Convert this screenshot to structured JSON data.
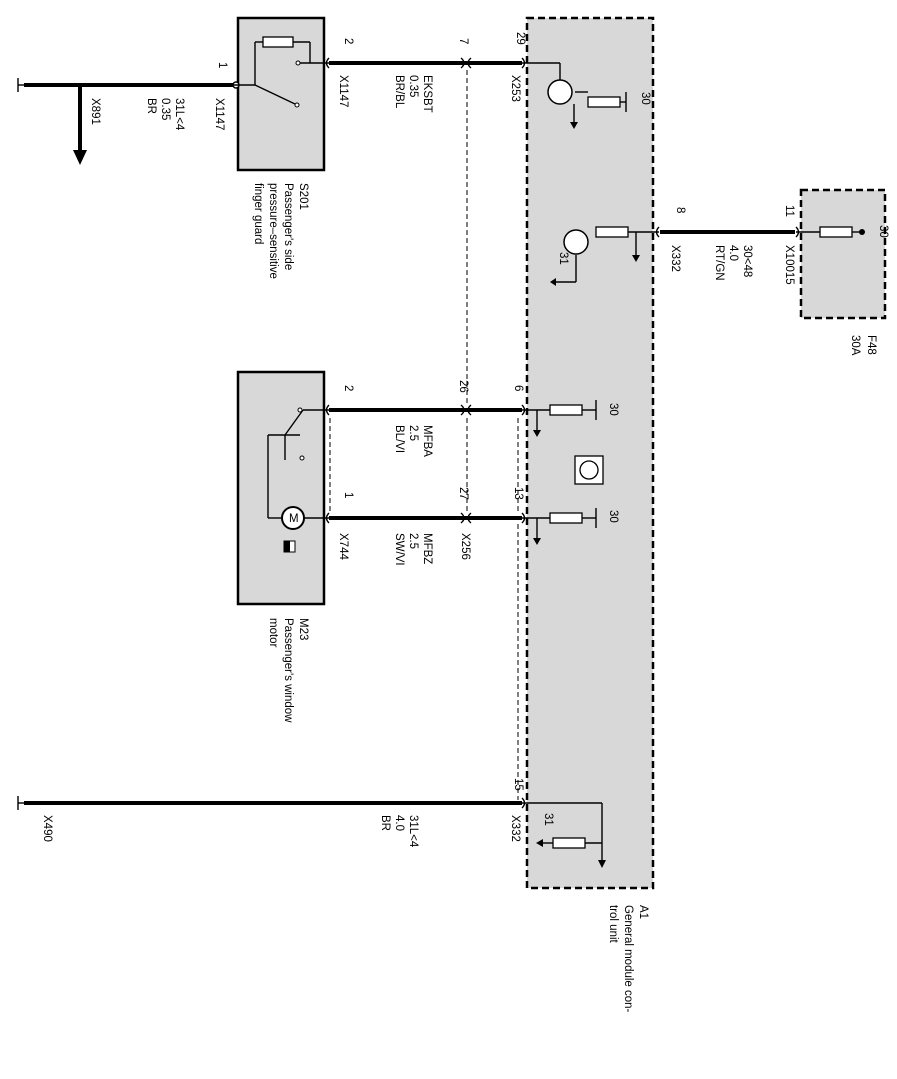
{
  "components": {
    "a1": {
      "code": "A1",
      "name": "General module con-\ntrol unit"
    },
    "s201": {
      "code": "S201",
      "name": "Passenger's side\npressure–sensitive\nfinger guard"
    },
    "m23": {
      "code": "M23",
      "name": "Passenger's window\nmotor"
    },
    "f48": {
      "code": "F48",
      "rating": "30A",
      "terminal": "30"
    }
  },
  "wires": {
    "guard_ground": {
      "from_connector": "X891",
      "to_connector": "X1147",
      "pin": "1",
      "circuit": "31L<4",
      "size": "0.35",
      "color": "BR"
    },
    "guard_signal": {
      "switch_connector": "X1147",
      "switch_pin": "2",
      "module_connector": "X253",
      "module_pin": "29",
      "splice_pin": "7",
      "circuit": "EKSBT",
      "size": "0.35",
      "color": "BR/BL"
    },
    "fuse_feed": {
      "module_connector": "X332",
      "module_pin": "8",
      "fuse_connector": "X10015",
      "fuse_pin": "11",
      "circuit": "30<48",
      "size": "4.0",
      "color": "RT/GN"
    },
    "motor_a": {
      "motor_connector": "X744",
      "motor_pin": "2",
      "splice_pin": "26",
      "module_pin": "6",
      "circuit": "MFBA",
      "size": "2.5",
      "color": "BL/VI"
    },
    "motor_b": {
      "motor_connector": "X744",
      "motor_pin": "1",
      "splice_connector": "X256",
      "splice_pin": "27",
      "module_pin": "13",
      "circuit": "MFBZ",
      "size": "2.5",
      "color": "SW/VI"
    },
    "module_ground": {
      "module_connector": "X332",
      "module_pin": "15",
      "ground_connector": "X490",
      "circuit": "31L<4",
      "size": "4.0",
      "color": "BR"
    }
  },
  "internal_labels": {
    "t30": "30",
    "t31": "31"
  }
}
